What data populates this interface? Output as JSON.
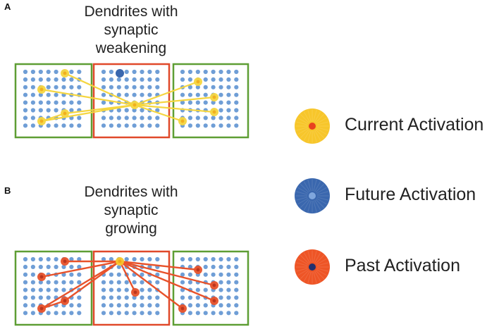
{
  "panels": [
    {
      "letter": "A",
      "caption_lines": [
        "Dendrites with",
        "synaptic",
        "weakening"
      ]
    },
    {
      "letter": "B",
      "caption_lines": [
        "Dendrites with",
        "synaptic",
        "growing"
      ]
    }
  ],
  "legend": [
    {
      "label": "Current Activation",
      "outer_color": "#f7c62b",
      "inner_color": "#e8411f",
      "icon": "current-activation-icon"
    },
    {
      "label": "Future Activation",
      "outer_color": "#3a67ae",
      "inner_color": "#7fa6dd",
      "icon": "future-activation-icon"
    },
    {
      "label": "Past Activation",
      "outer_color": "#ee5526",
      "inner_color": "#22306e",
      "icon": "past-activation-icon"
    }
  ],
  "colors": {
    "neuron": "#6f9ed6",
    "side_column_border": "#5e9e34",
    "center_column_border": "#e0492a",
    "weakening_line": "#f5d640",
    "growing_line": "#e8522a"
  }
}
